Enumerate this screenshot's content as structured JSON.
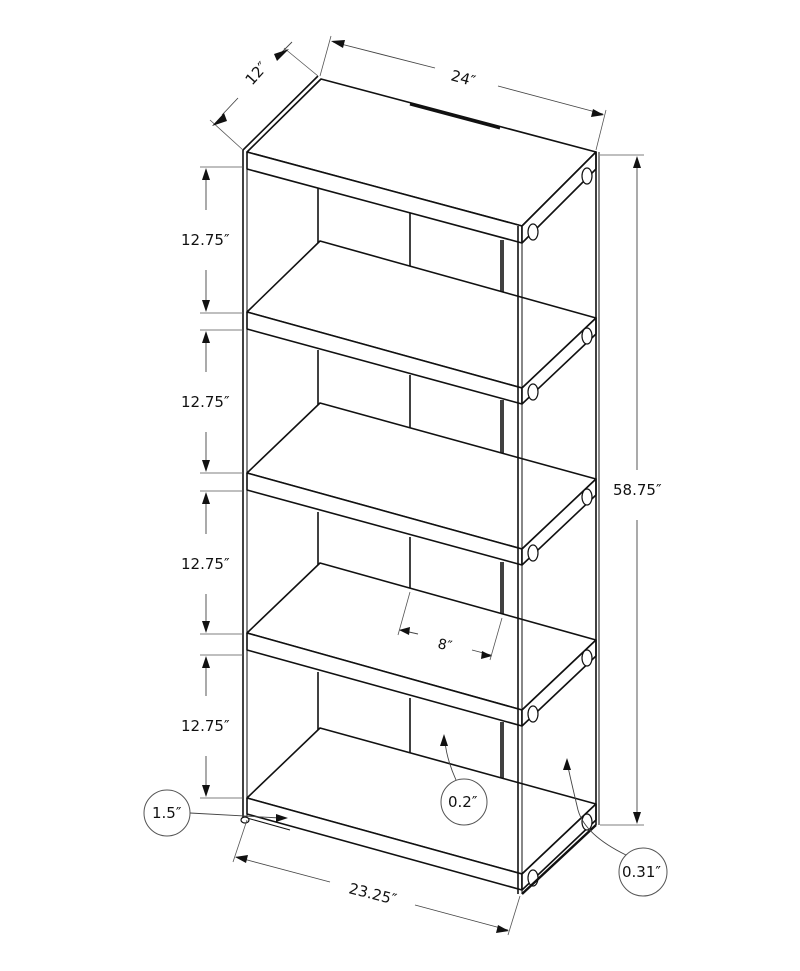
{
  "diagram": {
    "type": "technical-dimension-drawing",
    "subject": "5-tier bookcase with glass side panels",
    "shelf_count": 5,
    "dimensions": {
      "depth": "12″",
      "width": "24″",
      "height": "58.75″",
      "shelf_spacing": [
        "12.75″",
        "12.75″",
        "12.75″",
        "12.75″"
      ],
      "inner_panel_width": "8″",
      "bottom_width": "23.25″"
    },
    "callouts": {
      "base_clearance": "1.5″",
      "back_panel_thickness": "0.2″",
      "side_panel_thickness": "0.31″"
    },
    "colors": {
      "line": "#111111",
      "dimension_line": "#444444",
      "background": "#ffffff"
    }
  }
}
